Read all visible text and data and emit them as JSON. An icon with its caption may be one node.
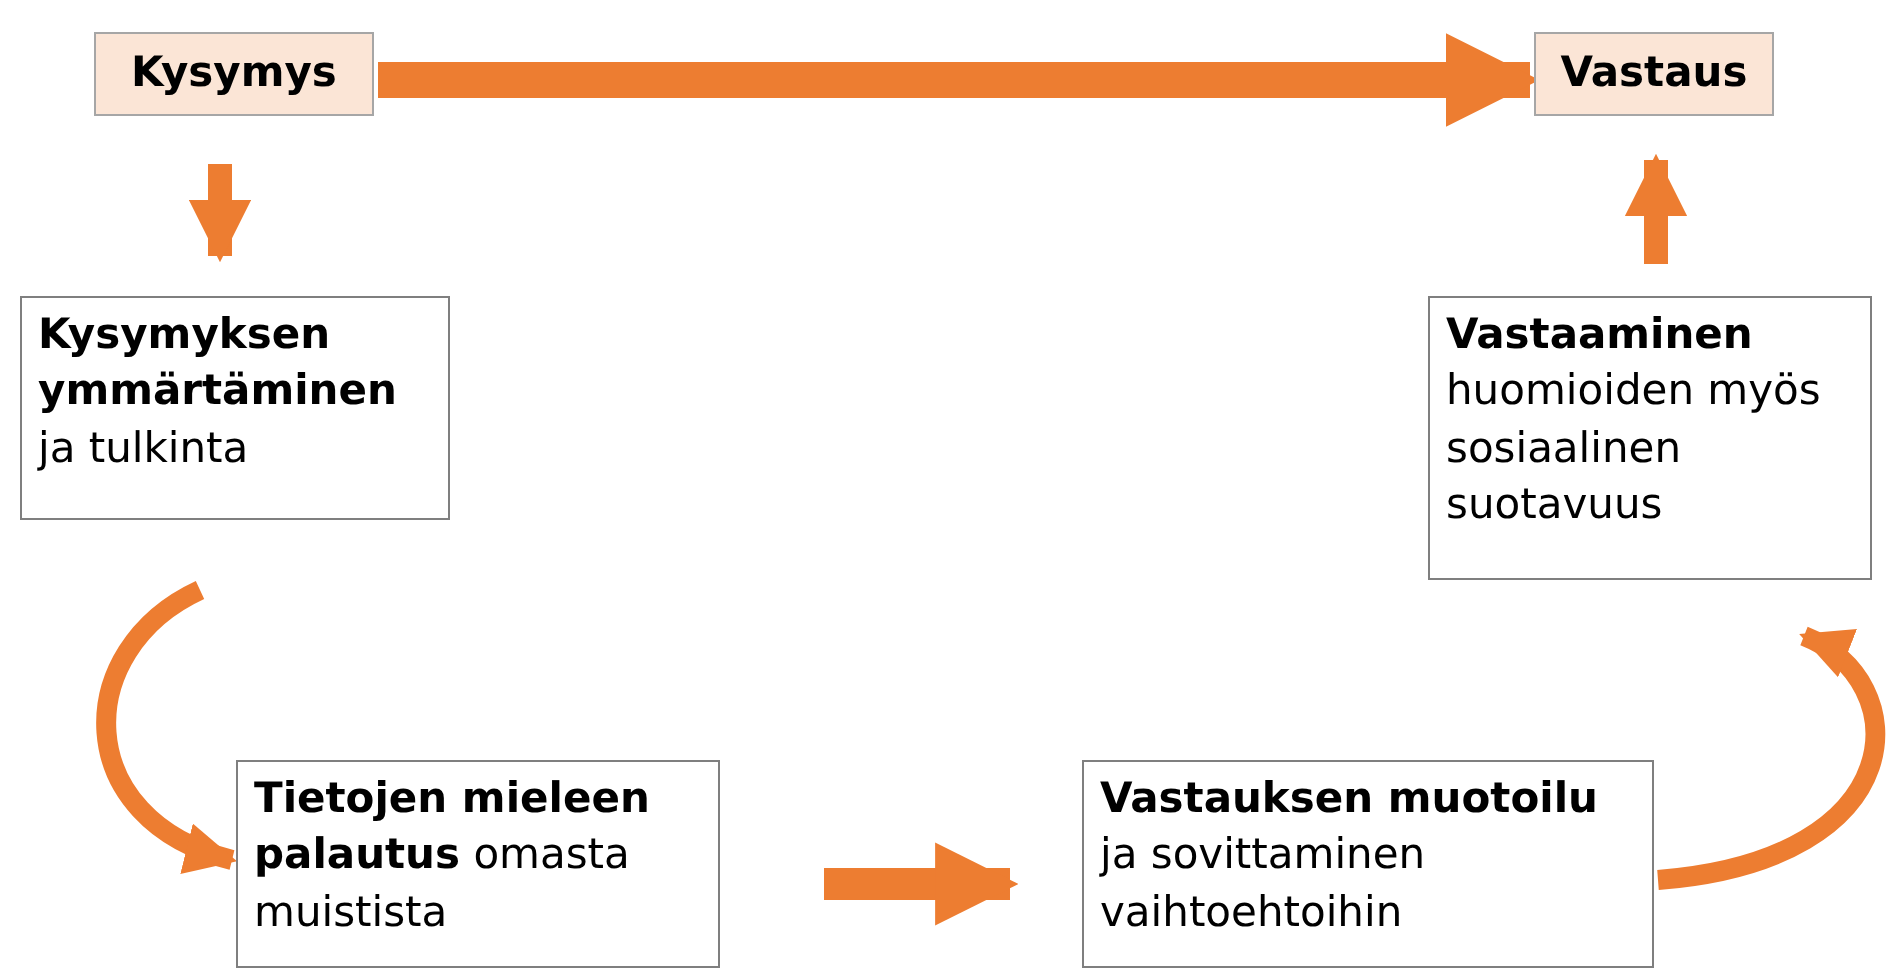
{
  "diagram": {
    "nodes": [
      {
        "text": [
          "Kysymys"
        ]
      },
      {
        "text": [
          "Vastaus"
        ]
      },
      {
        "text": [
          "**Kysymyksen ymmärtäminen** ja tulkinta"
        ]
      },
      {
        "text": [
          "**Tietojen mieleen palautus** omasta muistista"
        ]
      },
      {
        "text": [
          "**Vastauksen muotoilu** ja sovittaminen vaihtoehtoihin"
        ]
      },
      {
        "text": [
          "**Vastaaminen** huomioiden myös sosiaalinen suotavuus"
        ]
      }
    ],
    "edges": [
      {
        "from": 0,
        "to": 1,
        "arrow": "to"
      },
      {
        "from": 0,
        "to": 2,
        "arrow": "to"
      },
      {
        "from": 2,
        "to": 3,
        "arrow": "to"
      },
      {
        "from": 3,
        "to": 4,
        "arrow": "to"
      },
      {
        "from": 4,
        "to": 5,
        "arrow": "to"
      },
      {
        "from": 5,
        "to": 1,
        "arrow": "to"
      }
    ]
  }
}
